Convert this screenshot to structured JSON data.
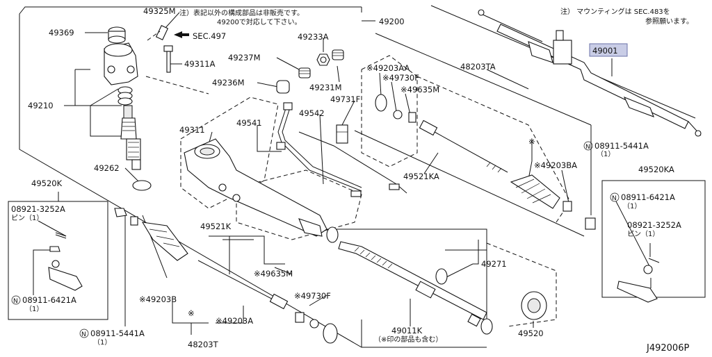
{
  "diagram": {
    "drawing_code": "J492006P",
    "colors": {
      "highlight": "#c9cde6",
      "ink": "#111111"
    },
    "notes": {
      "left_line1": "注）表記以外の構成部品は非販売です。",
      "left_line2": "49200で対応して下さい。",
      "right_line1": "注） マウンティングは SEC.483を",
      "right_line2": "参照願います。",
      "kit_contents": "（※印の部品も含む）"
    },
    "labels": {
      "p49325M": "49325M",
      "sec497": "SEC.497",
      "p49369": "49369",
      "p49311A": "49311A",
      "p49210": "49210",
      "p49262": "49262",
      "p49237M": "49237M",
      "p49233A": "49233A",
      "p49231M": "49231M",
      "p49236M": "49236M",
      "p49200": "49200",
      "p49731F": "49731F",
      "p49542": "49542",
      "p49541": "49541",
      "p49311": "49311",
      "p49203AA": "※49203AA",
      "p49730F_top": "※49730F",
      "p49635M_top": "※49635M",
      "p48203TA": "48203TA",
      "p49521KA": "49521KA",
      "p49203BA": "※49203BA",
      "p49001": "49001",
      "n08911_5441A_right": "08911-5441A",
      "n08911_5441A_right_qty": "（1）",
      "p49520KA": "49520KA",
      "n08911_6421A_right": "08911-6421A",
      "n08911_6421A_right_qty": "（1）",
      "p08921_3252A_right": "08921-3252A",
      "p08921_3252A_right_sub": "ピン（1）",
      "p49520K": "49520K",
      "p08921_3252A_left": "08921-3252A",
      "p08921_3252A_left_sub": "ピン（1）",
      "n08911_6421A_left": "08911-6421A",
      "n08911_6421A_left_qty": "（1）",
      "p49521K": "49521K",
      "p49635M_bottom": "※49635M",
      "p49730F_bottom": "※49730F",
      "p49203B": "※49203B",
      "p49203A": "※49203A",
      "n08911_5441A_left": "08911-5441A",
      "n08911_5441A_left_qty": "（1）",
      "p48203T": "48203T",
      "p49271": "49271",
      "p49011K": "49011K",
      "p49520": "49520",
      "star_mark": "※",
      "n_mark": "N"
    }
  }
}
